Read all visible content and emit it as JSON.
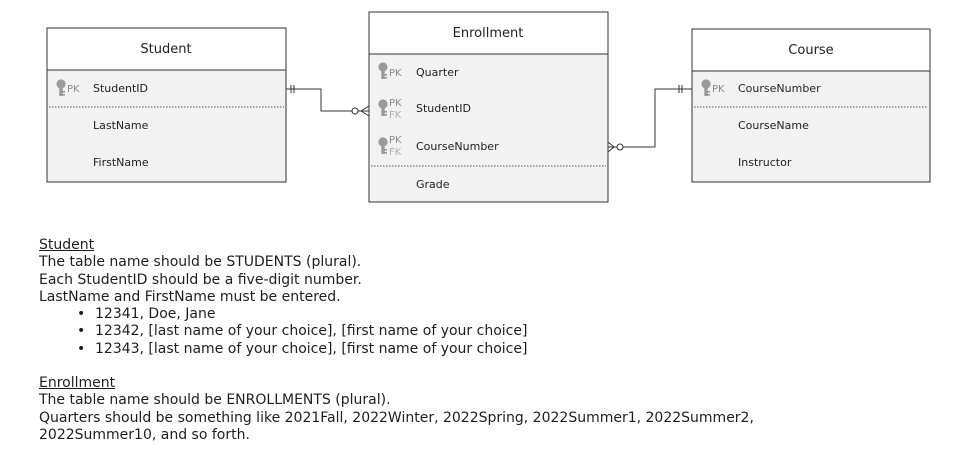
{
  "entities": {
    "student": {
      "title": "Student",
      "fields": [
        {
          "name": "StudentID",
          "key": "PK"
        },
        {
          "name": "LastName"
        },
        {
          "name": "FirstName"
        }
      ]
    },
    "enrollment": {
      "title": "Enrollment",
      "fields": [
        {
          "name": "Quarter",
          "key": "PK"
        },
        {
          "name": "StudentID",
          "key": "PK",
          "key2": "FK"
        },
        {
          "name": "CourseNumber",
          "key": "PK",
          "key2": "FK"
        },
        {
          "name": "Grade"
        }
      ]
    },
    "course": {
      "title": "Course",
      "fields": [
        {
          "name": "CourseNumber",
          "key": "PK"
        },
        {
          "name": "CourseName"
        },
        {
          "name": "Instructor"
        }
      ]
    }
  },
  "notes": {
    "student": {
      "heading": "Student",
      "lines": [
        "The table name should be STUDENTS (plural).",
        "Each StudentID should be a five-digit number.",
        "LastName and FirstName must be entered."
      ],
      "bullets": [
        "12341, Doe, Jane",
        "12342, [last name of your choice], [first name of your choice]",
        "12343, [last name of your choice], [first name of your choice]"
      ]
    },
    "enrollment": {
      "heading": "Enrollment",
      "lines": [
        "The table name should be ENROLLMENTS (plural).",
        "Quarters should be something like 2021Fall, 2022Winter, 2022Spring, 2022Summer1, 2022Summer2,",
        "2022Summer10, and so forth."
      ]
    }
  },
  "colors": {
    "border": "#333333",
    "header_bg": "#ffffff",
    "body_bg": "#f2f2f2",
    "key_icon": "#9a9a9a",
    "line": "#333333"
  }
}
